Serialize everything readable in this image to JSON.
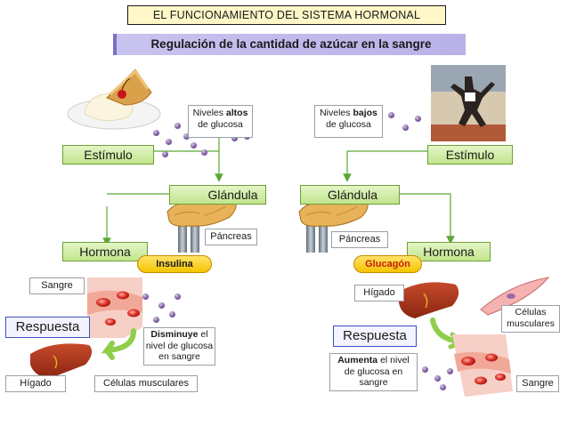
{
  "title": "EL FUNCIONAMIENTO DEL SISTEMA HORMONAL",
  "subtitle": "Regulación de la cantidad de azúcar en la sangre",
  "left": {
    "levels_prefix": "Niveles ",
    "levels_bold": "altos",
    "levels_suffix": "de glucosa",
    "stimulus": "Estímulo",
    "gland": "Glándula",
    "pancreas": "Páncreas",
    "hormone": "Hormona",
    "hormone_name": "Insulina",
    "blood": "Sangre",
    "response": "Respuesta",
    "response_bold": "Disminuye",
    "response_line1": " el",
    "response_line2": "nivel de glucosa",
    "response_line3": "en sangre",
    "liver": "Hígado",
    "muscle_cells": "Células musculares"
  },
  "right": {
    "levels_prefix": "Niveles ",
    "levels_bold": "bajos",
    "levels_suffix": "de glucosa",
    "stimulus": "Estímulo",
    "gland": "Glándula",
    "pancreas": "Páncreas",
    "hormone": "Hormona",
    "hormone_name": "Glucagón",
    "liver": "Hígado",
    "muscle_cells_line1": "Células",
    "muscle_cells_line2": "musculares",
    "response": "Respuesta",
    "response_bold": "Aumenta",
    "response_line1": " el nivel",
    "response_line2": "de glucosa en",
    "response_line3": "sangre",
    "blood": "Sangre"
  },
  "colors": {
    "green_box": "#c1e58d",
    "arrow_green": "#5ea634",
    "response_border": "#3b4fc0",
    "pill": "#f5c400",
    "glucose_molecule": "#7e5fa2"
  }
}
